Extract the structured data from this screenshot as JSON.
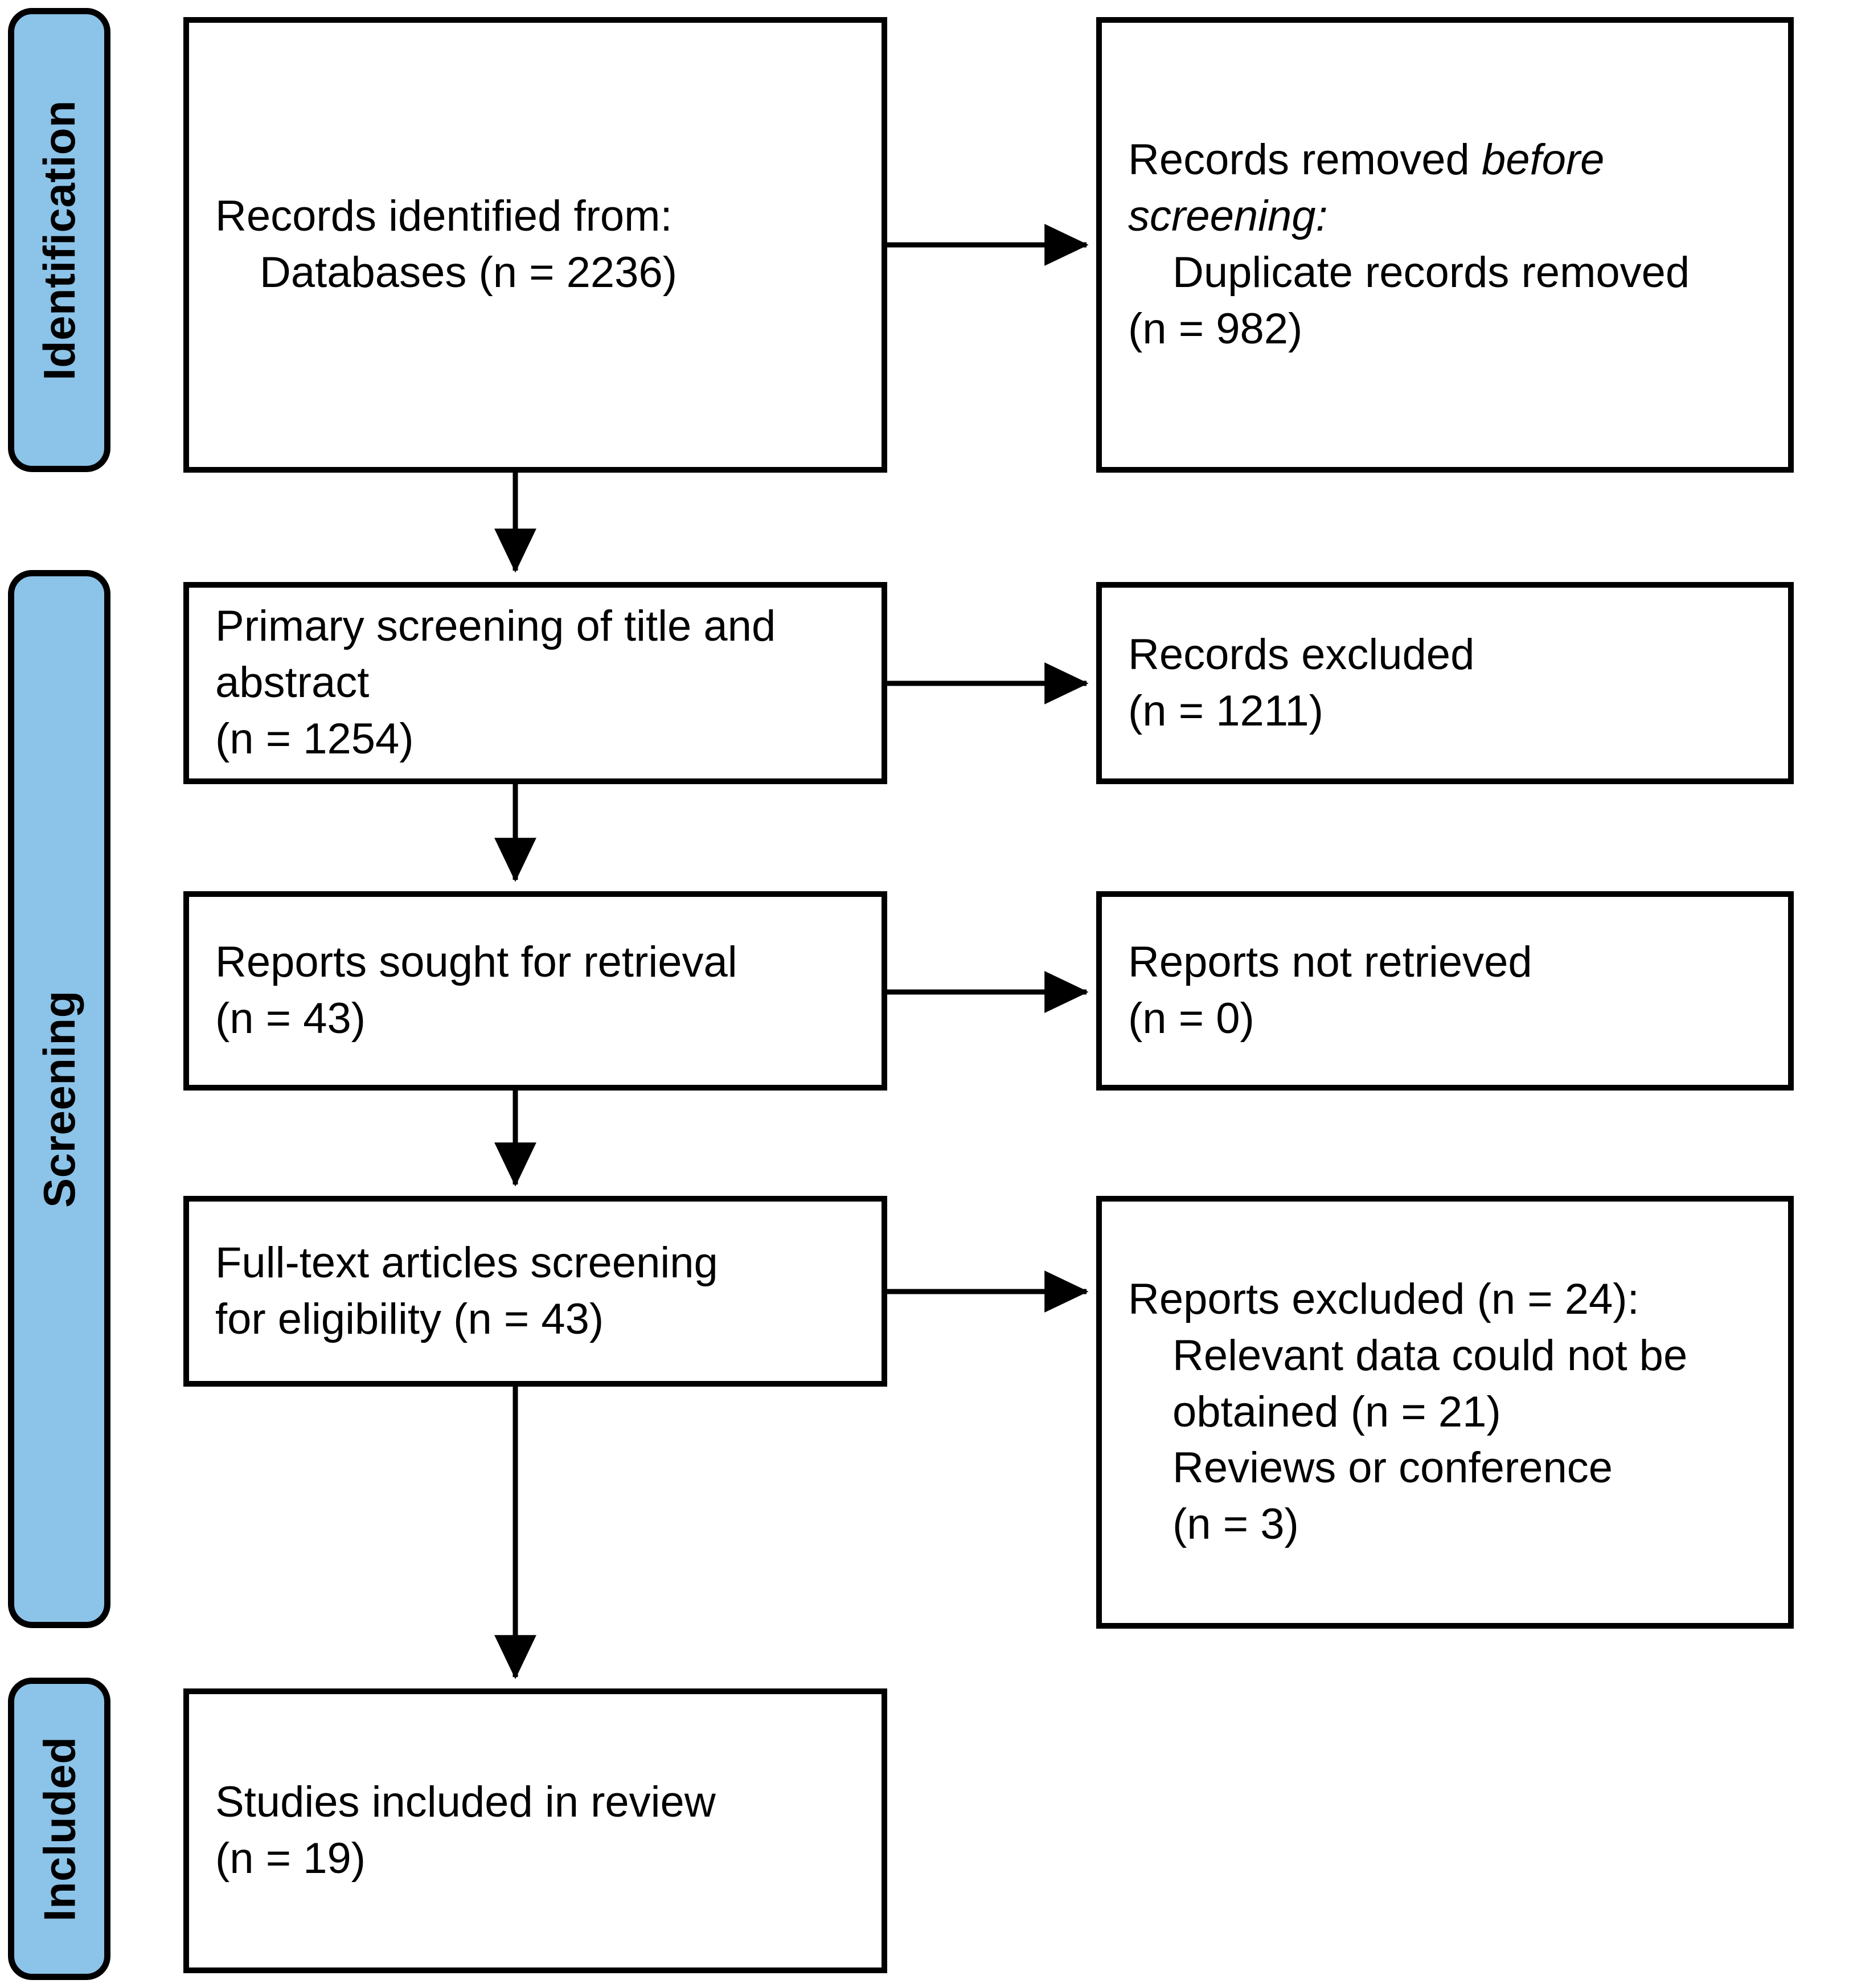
{
  "diagram": {
    "type": "PRISMA flow diagram",
    "accent_color": "#8CC3E8",
    "line_color": "#000000",
    "background": "#FFFFFF"
  },
  "phases": [
    {
      "id": "identification",
      "label": "Identification"
    },
    {
      "id": "screening",
      "label": "Screening"
    },
    {
      "id": "included",
      "label": "Included"
    }
  ],
  "boxes": {
    "records_identified": {
      "line1": "Records identified from:",
      "line2": "Databases (n = 2236)"
    },
    "records_removed": {
      "line1_a": "Records removed ",
      "line1_b": "before",
      "line2": "screening:",
      "line3": "Duplicate records removed",
      "line4": "(n = 982)"
    },
    "primary_screening": {
      "line1": "Primary screening of title and",
      "line2": "abstract",
      "line3": "(n = 1254)"
    },
    "records_excluded": {
      "line1": "Records excluded",
      "line2": "(n = 1211)"
    },
    "reports_sought": {
      "line1": "Reports sought for retrieval",
      "line2": "(n = 43)"
    },
    "reports_not_retrieved": {
      "line1": "Reports not retrieved",
      "line2": "(n = 0)"
    },
    "fulltext_screening": {
      "line1": "Full-text articles screening",
      "line2": "for eligibility (n = 43)"
    },
    "reports_excluded": {
      "line1": "Reports excluded (n = 24):",
      "line2": "Relevant data could not be",
      "line3": "obtained (n = 21)",
      "line4": "Reviews or conference",
      "line5": "(n = 3)"
    },
    "studies_included": {
      "line1": "Studies included in review",
      "line2": "(n = 19)"
    }
  },
  "counts": {
    "databases": 2236,
    "duplicates_removed": 982,
    "primary_screened": 1254,
    "records_excluded": 1211,
    "reports_sought": 43,
    "reports_not_retrieved": 0,
    "fulltext_screened": 43,
    "reports_excluded_total": 24,
    "relevant_data_not_obtained": 21,
    "reviews_or_conference": 3,
    "studies_included": 19
  }
}
